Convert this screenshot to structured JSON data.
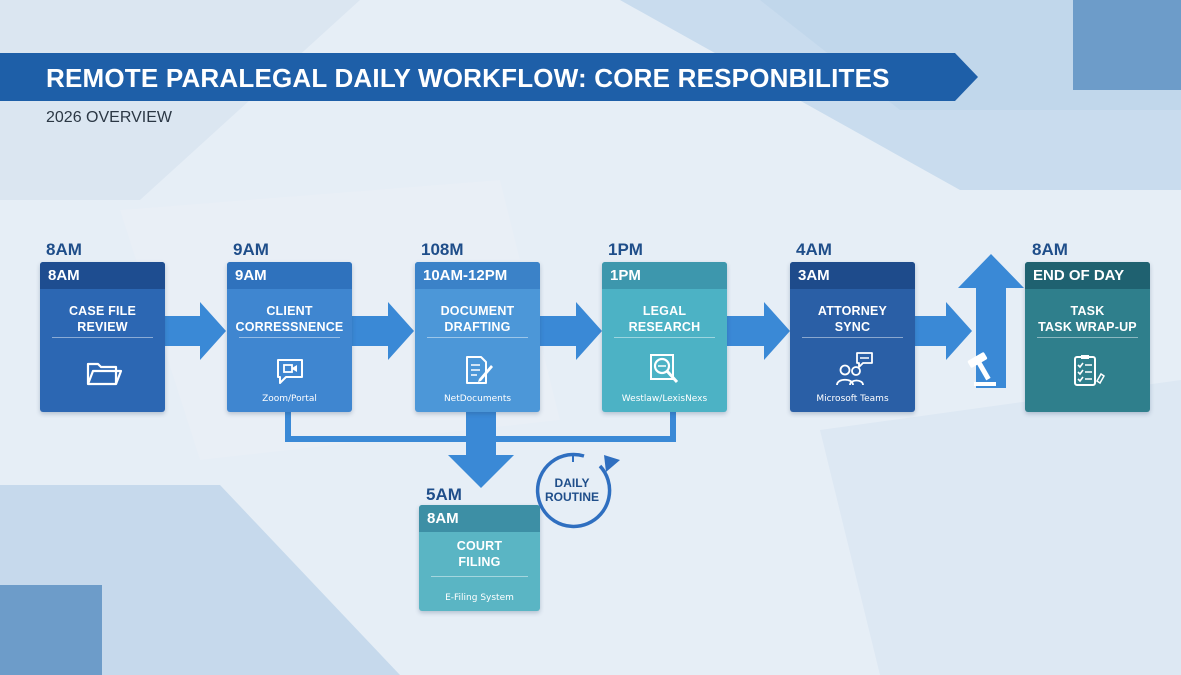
{
  "header": {
    "title": "REMOTE PARALEGAL DAILY WORKFLOW: CORE RESPONBILITES",
    "subtitle": "2026 OVERVIEW"
  },
  "colors": {
    "banner": "#1e5fa8",
    "accent_dark": "#1e4d90",
    "accent_teal": "#3d97ad",
    "arrow": "#3a89d6"
  },
  "steps": [
    {
      "overtime": "8AM",
      "head": "8AM",
      "title_line1": "CASE FILE",
      "title_line2": "REVIEW",
      "icon": "folder-icon",
      "tool": ""
    },
    {
      "overtime": "9AM",
      "head": "9AM",
      "title_line1": "CLIENT",
      "title_line2": "CORRESSNENCE",
      "icon": "video-chat-icon",
      "tool": "Zoom/Portal"
    },
    {
      "overtime": "108M",
      "head": "10AM-12PM",
      "title_line1": "DOCUMENT",
      "title_line2": "DRAFTING",
      "icon": "document-edit-icon",
      "tool": "NetDocuments"
    },
    {
      "overtime": "1PM",
      "head": "1PM",
      "title_line1": "LEGAL",
      "title_line2": "RESEARCH",
      "icon": "research-magnifier-icon",
      "tool": "Westlaw/LexisNexs"
    },
    {
      "overtime": "4AM",
      "head": "3AM",
      "title_line1": "ATTORNEY",
      "title_line2": "SYNC",
      "icon": "people-chat-icon",
      "tool": "Microsoft Teams"
    },
    {
      "overtime": "8AM",
      "head": "END OF DAY",
      "title_line1": "TASK",
      "title_line2": "TASK WRAP-UP",
      "icon": "checklist-icon",
      "tool": ""
    }
  ],
  "branch_step": {
    "overtime": "5AM",
    "head": "8AM",
    "title_line1": "COURT",
    "title_line2": "FILING",
    "tool": "E-Filing System"
  },
  "routine": {
    "line1": "DAILY",
    "line2": "ROUTINE",
    "icon": "cycle-arrow-icon"
  },
  "decor": {
    "gavel_icon": "gavel-icon"
  }
}
